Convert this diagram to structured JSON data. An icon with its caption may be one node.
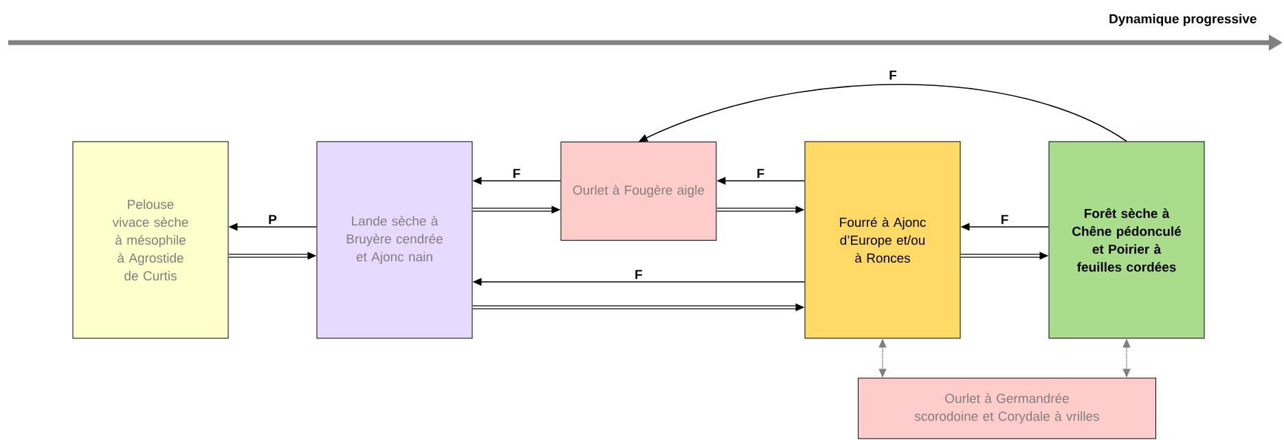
{
  "diagram": {
    "nodes": [
      {
        "text": [
          "Pelouse vivace sèche à mésophile à Agrostide de Curtis"
        ]
      },
      {
        "text": [
          "Lande sèche à Bruyère cendrée et Ajonc nain"
        ]
      },
      {
        "text": [
          "Ourlet à Fougère aigle"
        ]
      },
      {
        "text": [
          "Fourré à Ajonc d’Europe et/ou à Ronces"
        ]
      },
      {
        "text": [
          "Forêt sèche à Chêne pédonculé et Poirier à feuilles cordées"
        ]
      },
      {
        "text": [
          "Ourlet à Germandrée scorodoine et Corydale à vrilles"
        ]
      }
    ],
    "edges": [
      {
        "from": 1,
        "to": 0,
        "arrow": "to",
        "label": "P"
      },
      {
        "from": 0,
        "to": 1,
        "arrow": "to",
        "style": "thick"
      },
      {
        "from": 2,
        "to": 1,
        "arrow": "to",
        "label": "F"
      },
      {
        "from": 1,
        "to": 2,
        "arrow": "to",
        "style": "thick"
      },
      {
        "from": 3,
        "to": 2,
        "arrow": "to",
        "label": "F"
      },
      {
        "from": 2,
        "to": 3,
        "arrow": "to",
        "style": "thick"
      },
      {
        "from": 3,
        "to": 1,
        "arrow": "to",
        "label": "F"
      },
      {
        "from": 1,
        "to": 3,
        "arrow": "to",
        "style": "thick"
      },
      {
        "from": 4,
        "to": 3,
        "arrow": "to",
        "label": "F"
      },
      {
        "from": 3,
        "to": 4,
        "arrow": "to",
        "style": "thick"
      },
      {
        "from": 4,
        "to": 2,
        "arrow": "to",
        "label": "F"
      },
      {
        "from": 3,
        "to": 5,
        "arrow": "both",
        "style": "dashed",
        "color": "#808080"
      },
      {
        "from": 4,
        "to": 5,
        "arrow": "both",
        "style": "dashed",
        "color": "#808080"
      }
    ],
    "labels": [
      "Dynamique progressive"
    ]
  }
}
